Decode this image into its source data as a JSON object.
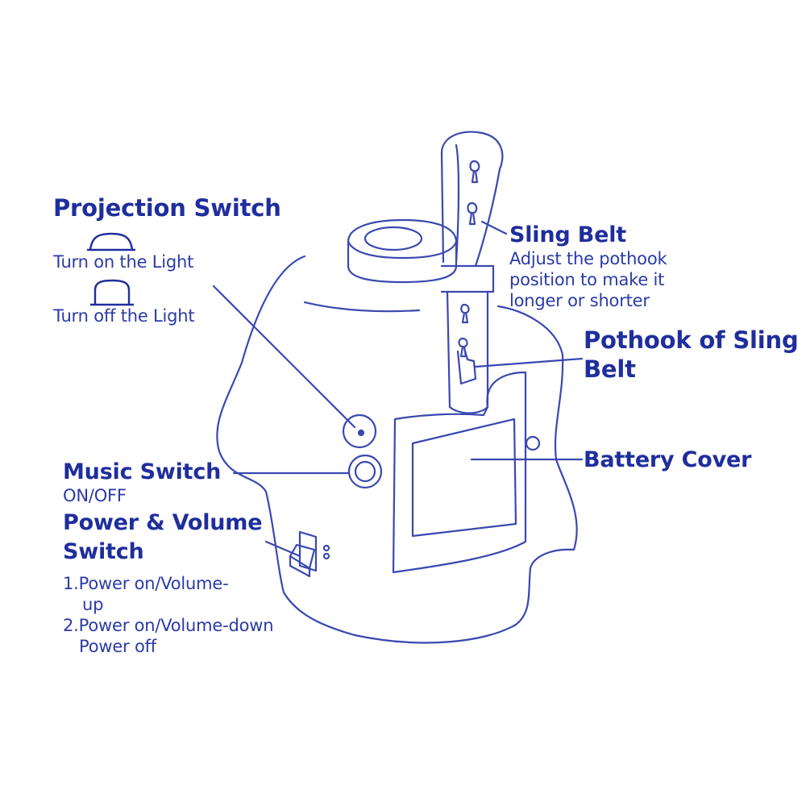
{
  "colors": {
    "ink": "#1f2e9c",
    "line": "#3a48b0",
    "background": "#ffffff"
  },
  "projection_switch": {
    "title": "Projection Switch",
    "on_icon": "switch-down-icon",
    "on_label": "Turn on the Light",
    "off_icon": "switch-up-icon",
    "off_label": "Turn off the Light"
  },
  "sling_belt": {
    "title": "Sling Belt",
    "desc_line1": "Adjust the pothook",
    "desc_line2": "position to make it",
    "desc_line3": "longer or shorter"
  },
  "pothook": {
    "title_line1": "Pothook of Sling",
    "title_line2": "Belt"
  },
  "battery_cover": {
    "title": "Battery Cover"
  },
  "music_switch": {
    "title": "Music Switch",
    "sub": "ON/OFF"
  },
  "power_volume": {
    "title_line1": "Power & Volume",
    "title_line2": "Switch",
    "item1_line1": "1.Power on/Volume-",
    "item1_line2": "up",
    "item2_line1": "2.Power on/Volume-down",
    "item2_line2": "Power off"
  }
}
